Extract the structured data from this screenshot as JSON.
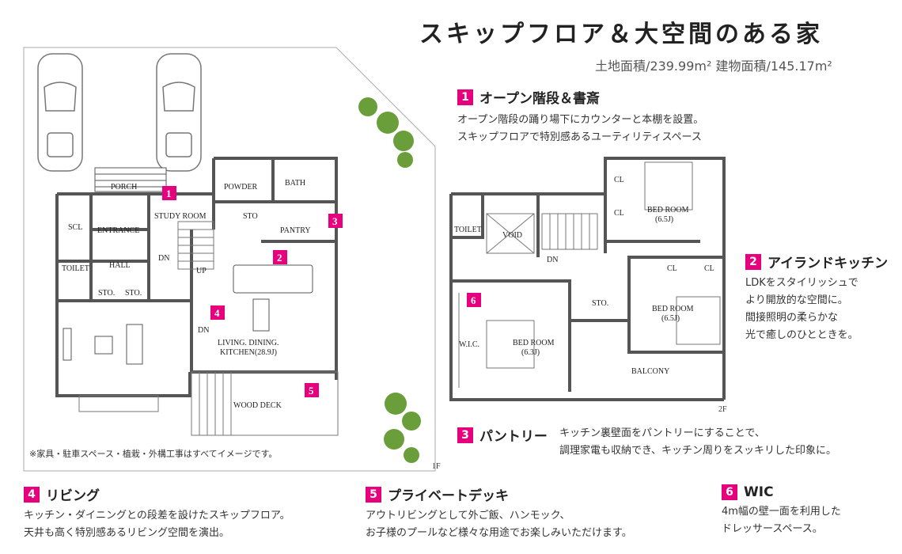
{
  "title": "スキップフロア＆大空間のある家",
  "area": "土地面積/239.99m² 建物面積/145.17m²",
  "features": [
    {
      "num": "1",
      "title": "オープン階段＆書斎",
      "lines": [
        "オープン階段の踊り場下にカウンターと本棚を設置。",
        "スキップフロアで特別感あるユーティリティスペース"
      ]
    },
    {
      "num": "2",
      "title": "アイランドキッチン",
      "lines": [
        "LDKをスタイリッシュで",
        "より開放的な空間に。",
        "間接照明の柔らかな",
        "光で癒しのひとときを。"
      ]
    },
    {
      "num": "3",
      "title": "パントリー",
      "lines": [
        "キッチン裏壁面をパントリーにすることで、",
        "調理家電も収納でき、キッチン周りをスッキリした印象に。"
      ]
    },
    {
      "num": "4",
      "title": "リビング",
      "lines": [
        "キッチン・ダイニングとの段差を設けたスキップフロア。",
        "天井も高く特別感あるリビング空間を演出。"
      ]
    },
    {
      "num": "5",
      "title": "プライベートデッキ",
      "lines": [
        "アウトリビングとして外ご飯、ハンモック、",
        "お子様のプールなど様々な用途でお楽しみいただけます。"
      ]
    },
    {
      "num": "6",
      "title": "WIC",
      "lines": [
        "4m幅の壁一面を利用した",
        "ドレッサースペース。"
      ]
    }
  ],
  "floor1": {
    "floor_label": "1F",
    "note": "※家具・駐車スペース・植栽・外構工事はすべてイメージです。",
    "rooms": {
      "porch": "PORCH",
      "powder": "POWDER",
      "bath": "BATH",
      "study": "STUDY ROOM",
      "sto": "STO",
      "pantry": "PANTRY",
      "scl": "SCL",
      "entrance": "ENTRANCE",
      "hall": "HALL",
      "toilet": "TOILET",
      "sto1": "STO.",
      "sto2": "STO.",
      "ldk1": "LIVING. DINING.",
      "ldk2": "KITCHEN(28.9J)",
      "deck": "WOOD DECK",
      "dn1": "DN",
      "up": "UP",
      "dn2": "DN"
    }
  },
  "floor2": {
    "floor_label": "2F",
    "rooms": {
      "toilet": "TOILET",
      "void": "VOID",
      "cl1": "CL",
      "cl2": "CL",
      "bed1": "BED ROOM",
      "bed1_size": "(6.5J)",
      "dn": "DN",
      "cl3": "CL",
      "cl4": "CL",
      "bed2": "BED ROOM",
      "bed2_size": "(6.5J)",
      "sto": "STO.",
      "wic": "W.I.C.",
      "bed3": "BED ROOM",
      "bed3_size": "(6.3J)",
      "balcony": "BALCONY"
    }
  }
}
